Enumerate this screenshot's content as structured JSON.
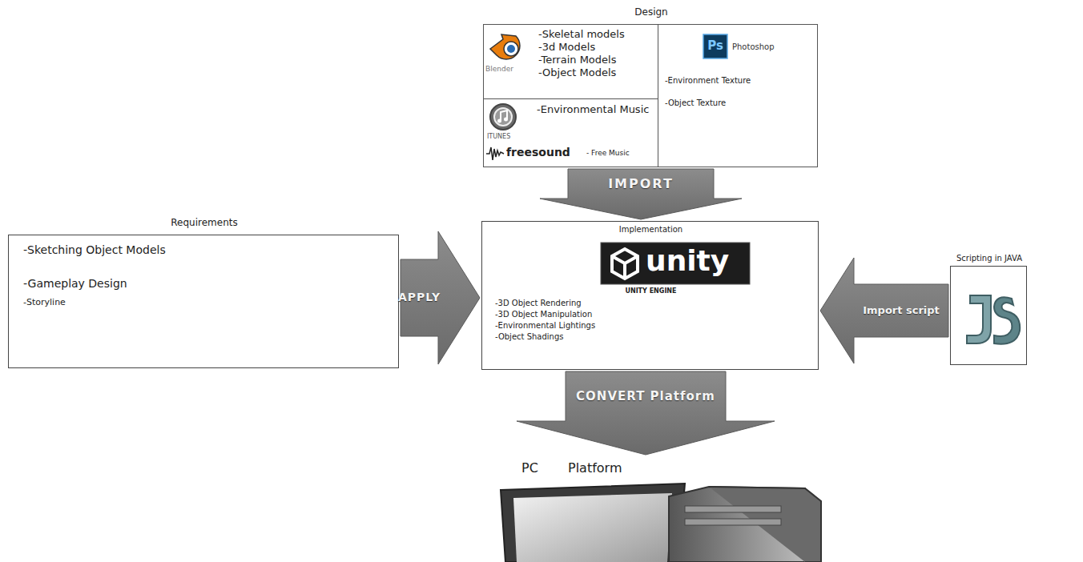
{
  "diagram": {
    "nodes": [
      {
        "text": [
          "Design"
        ]
      },
      {
        "text": [
          "Blender",
          "-Skeletal models",
          "-3d Models",
          "-Terrain Models",
          "-Object Models"
        ],
        "in": 0
      },
      {
        "text": [
          "Ps",
          "Photoshop",
          "-Environment Texture",
          "-Object Texture"
        ],
        "in": 0
      },
      {
        "text": [
          "ITUNES",
          "-Environmental Music",
          "freesound",
          "- Free Music"
        ],
        "in": 0
      },
      {
        "text": [
          "Requirements",
          "-Sketching Object Models",
          "-Gameplay Design",
          "-Storyline"
        ]
      },
      {
        "text": [
          "Implementation",
          "unity",
          "UNITY ENGINE",
          "-3D Object Rendering",
          "-3D Object Manipulation",
          "-Environmental Lightings",
          "-Object Shadings"
        ]
      },
      {
        "text": [
          "Scripting in JAVA"
        ]
      },
      {
        "text": [
          "PC",
          "Platform"
        ]
      }
    ],
    "edges": [
      {
        "from": 0,
        "to": 5,
        "arrow": "to",
        "label": "IMPORT"
      },
      {
        "from": 4,
        "to": 5,
        "arrow": "to",
        "label": "APPLY"
      },
      {
        "from": 6,
        "to": 5,
        "arrow": "to",
        "label": "Import script"
      },
      {
        "from": 5,
        "to": 7,
        "arrow": "to",
        "label": "CONVERT Platform"
      }
    ]
  }
}
